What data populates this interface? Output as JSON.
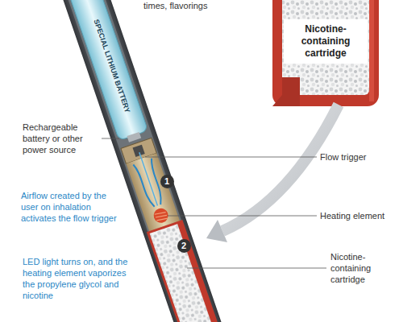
{
  "diagram": {
    "nodes": [
      {
        "text": [
          "Nicotine-containing cartridge"
        ]
      }
    ],
    "labels": [
      "times, flavorings",
      "SPECIAL LITHIUM BATTERY",
      "Rechargeable battery or other power source",
      "Flow trigger",
      "1",
      "Airflow created by the user on inhalation activates the flow trigger",
      "Heating element",
      "2",
      "Nicotine-containing cartridge",
      "LED light turns on, and the heating element vaporizes the propylene glycol and nicotine"
    ]
  }
}
